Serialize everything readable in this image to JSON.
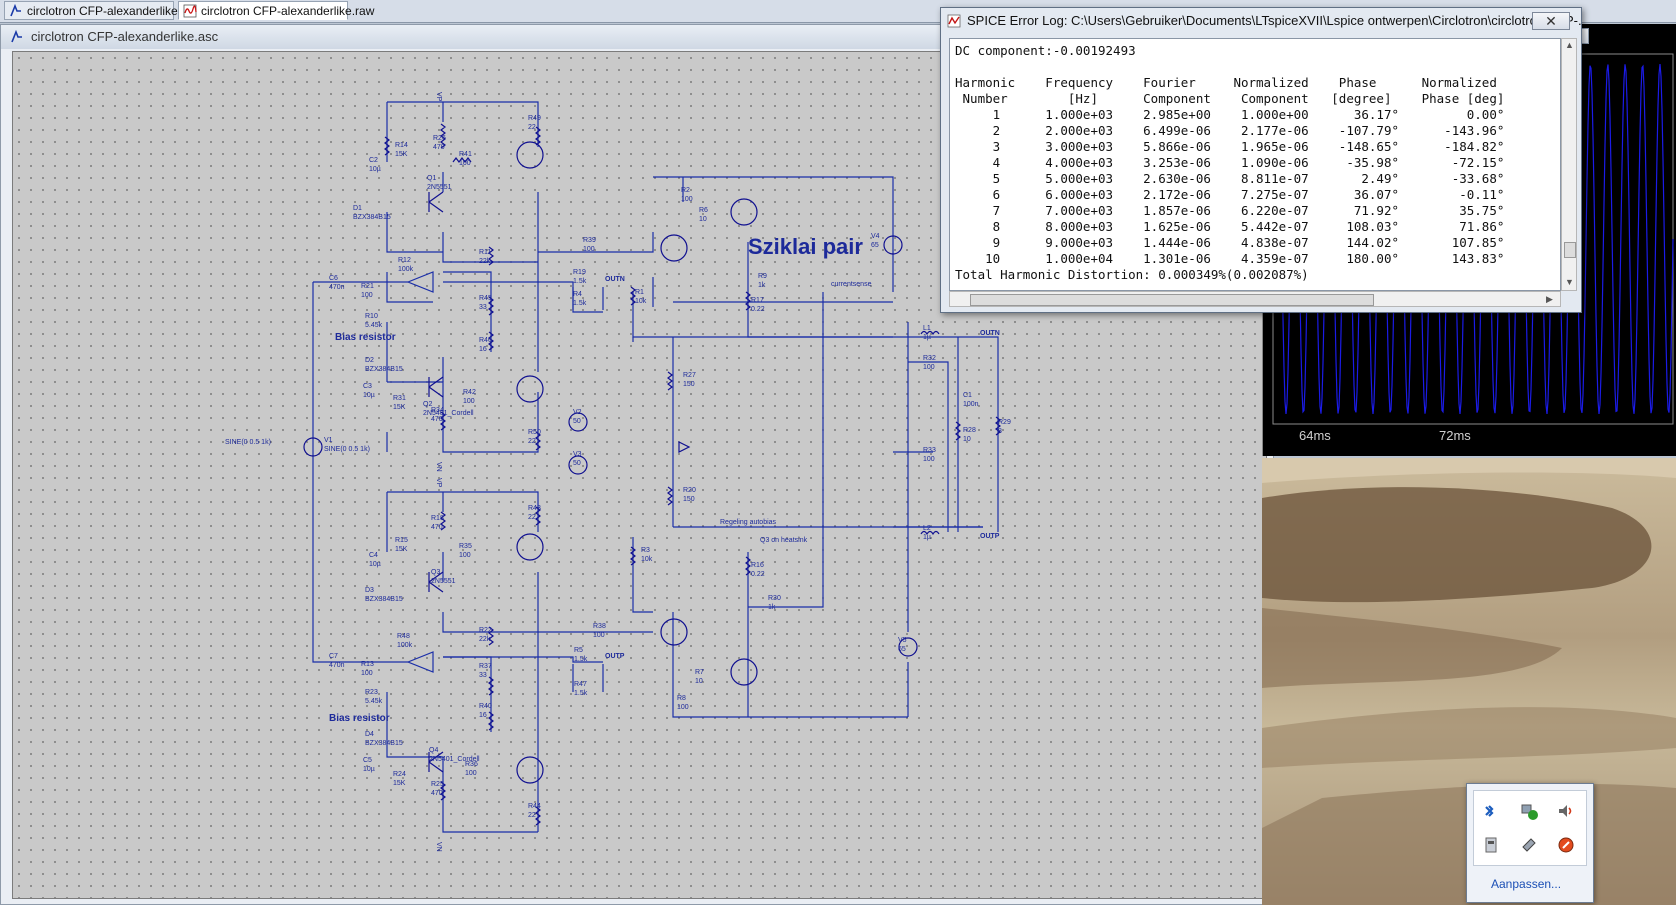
{
  "tabs": [
    {
      "label": "circlotron CFP-alexanderlike.asc",
      "icon": "schematic-icon",
      "active": false
    },
    {
      "label": "circlotron CFP-alexanderlike.raw",
      "icon": "waveform-icon",
      "active": true
    }
  ],
  "schematic": {
    "title": "circlotron CFP-alexanderlike.asc",
    "heading": "Sziklai pair",
    "annotations": [
      "Bias resistor",
      "Bias resistor",
      "Regeling autobias",
      "Q3 on heatsink",
      "currentsense",
      "SINE(0 0.5 1k)"
    ],
    "nets": [
      "OUTN",
      "OUTP",
      "VP",
      "VN"
    ],
    "components": [
      {
        "ref": "R26",
        "value": "470"
      },
      {
        "ref": "R49",
        "value": "22"
      },
      {
        "ref": "R14",
        "value": "15K"
      },
      {
        "ref": "C2",
        "value": "10µ"
      },
      {
        "ref": "R41",
        "value": "100"
      },
      {
        "ref": "Q1",
        "value": "2N5551"
      },
      {
        "ref": "D1",
        "value": "BZX384B15"
      },
      {
        "ref": "R11",
        "value": "22k"
      },
      {
        "ref": "R12",
        "value": "100k"
      },
      {
        "ref": "C6",
        "value": "470n"
      },
      {
        "ref": "R21",
        "value": "100"
      },
      {
        "ref": "R45",
        "value": "33"
      },
      {
        "ref": "R10",
        "value": "5.45k"
      },
      {
        "ref": "R46",
        "value": "16"
      },
      {
        "ref": "D2",
        "value": "BZX384B15"
      },
      {
        "ref": "Q2",
        "value": "2N5401_Cordell"
      },
      {
        "ref": "C3",
        "value": "10µ"
      },
      {
        "ref": "R31",
        "value": "15K"
      },
      {
        "ref": "R42",
        "value": "100"
      },
      {
        "ref": "R34",
        "value": "470"
      },
      {
        "ref": "R50",
        "value": "22"
      },
      {
        "ref": "V1",
        "value": "SINE(0 0.5 1k)"
      },
      {
        "ref": "R18",
        "value": "470"
      },
      {
        "ref": "R43",
        "value": "22"
      },
      {
        "ref": "R15",
        "value": "15K"
      },
      {
        "ref": "C4",
        "value": "10µ"
      },
      {
        "ref": "R35",
        "value": "100"
      },
      {
        "ref": "Q3",
        "value": "2N5551"
      },
      {
        "ref": "D3",
        "value": "BZX384B15"
      },
      {
        "ref": "R48",
        "value": "100k"
      },
      {
        "ref": "R22",
        "value": "22k"
      },
      {
        "ref": "C7",
        "value": "470n"
      },
      {
        "ref": "R13",
        "value": "100"
      },
      {
        "ref": "R37",
        "value": "33"
      },
      {
        "ref": "R23",
        "value": "5.45k"
      },
      {
        "ref": "R40",
        "value": "16"
      },
      {
        "ref": "D4",
        "value": "BZX384B15"
      },
      {
        "ref": "Q4",
        "value": "2N5401_Cordell"
      },
      {
        "ref": "C5",
        "value": "10µ"
      },
      {
        "ref": "R24",
        "value": "15K"
      },
      {
        "ref": "R36",
        "value": "100"
      },
      {
        "ref": "R25",
        "value": "470"
      },
      {
        "ref": "R44",
        "value": "22"
      },
      {
        "ref": "R39",
        "value": "100"
      },
      {
        "ref": "R19",
        "value": "1.5k"
      },
      {
        "ref": "R4",
        "value": "1.5k"
      },
      {
        "ref": "R1",
        "value": "10k"
      },
      {
        "ref": "R2",
        "value": "100"
      },
      {
        "ref": "R6",
        "value": "10"
      },
      {
        "ref": "R9",
        "value": "1k"
      },
      {
        "ref": "R17",
        "value": "0.22"
      },
      {
        "ref": "V4",
        "value": "65"
      },
      {
        "ref": "R27",
        "value": "150"
      },
      {
        "ref": "R20",
        "value": "150"
      },
      {
        "ref": "V2",
        "value": "50"
      },
      {
        "ref": "V3",
        "value": "50"
      },
      {
        "ref": "R3",
        "value": "10k"
      },
      {
        "ref": "R16",
        "value": "0.22"
      },
      {
        "ref": "R30",
        "value": "1k"
      },
      {
        "ref": "R38",
        "value": "100"
      },
      {
        "ref": "R5",
        "value": "1.5k"
      },
      {
        "ref": "R47",
        "value": "1.5k"
      },
      {
        "ref": "R7",
        "value": "10"
      },
      {
        "ref": "R8",
        "value": "100"
      },
      {
        "ref": "V5",
        "value": "65"
      },
      {
        "ref": "L1",
        "value": "1µ"
      },
      {
        "ref": "R32",
        "value": "100"
      },
      {
        "ref": "C1",
        "value": "100n"
      },
      {
        "ref": "R33",
        "value": "100"
      },
      {
        "ref": "R28",
        "value": "10"
      },
      {
        "ref": "R29",
        "value": "8"
      },
      {
        "ref": "L2",
        "value": "1µ"
      }
    ]
  },
  "waveform": {
    "ticks": [
      "64ms",
      "72ms"
    ],
    "trace_color": "#1b1be6"
  },
  "error_log": {
    "title": "SPICE Error Log: C:\\Users\\Gebruiker\\Documents\\LTspiceXVII\\Lspice ontwerpen\\Circlotron\\circlotron CFP-...",
    "close_label": "✕",
    "dc_component": "DC component:-0.00192493",
    "header1": "Harmonic    Frequency    Fourier     Normalized    Phase      Normalized",
    "header2": " Number        [Hz]      Component    Component   [degree]    Phase [deg]",
    "rows": [
      {
        "n": "1",
        "freq": "1.000e+03",
        "fourier": "2.985e+00",
        "norm": "1.000e+00",
        "phase": "36.17°",
        "nphase": "0.00°"
      },
      {
        "n": "2",
        "freq": "2.000e+03",
        "fourier": "6.499e-06",
        "norm": "2.177e-06",
        "phase": "-107.79°",
        "nphase": "-143.96°"
      },
      {
        "n": "3",
        "freq": "3.000e+03",
        "fourier": "5.866e-06",
        "norm": "1.965e-06",
        "phase": "-148.65°",
        "nphase": "-184.82°"
      },
      {
        "n": "4",
        "freq": "4.000e+03",
        "fourier": "3.253e-06",
        "norm": "1.090e-06",
        "phase": "-35.98°",
        "nphase": "-72.15°"
      },
      {
        "n": "5",
        "freq": "5.000e+03",
        "fourier": "2.630e-06",
        "norm": "8.811e-07",
        "phase": "2.49°",
        "nphase": "-33.68°"
      },
      {
        "n": "6",
        "freq": "6.000e+03",
        "fourier": "2.172e-06",
        "norm": "7.275e-07",
        "phase": "36.07°",
        "nphase": "-0.11°"
      },
      {
        "n": "7",
        "freq": "7.000e+03",
        "fourier": "1.857e-06",
        "norm": "6.220e-07",
        "phase": "71.92°",
        "nphase": "35.75°"
      },
      {
        "n": "8",
        "freq": "8.000e+03",
        "fourier": "1.625e-06",
        "norm": "5.442e-07",
        "phase": "108.03°",
        "nphase": "71.86°"
      },
      {
        "n": "9",
        "freq": "9.000e+03",
        "fourier": "1.444e-06",
        "norm": "4.838e-07",
        "phase": "144.02°",
        "nphase": "107.85°"
      },
      {
        "n": "10",
        "freq": "1.000e+04",
        "fourier": "1.301e-06",
        "norm": "4.359e-07",
        "phase": "180.00°",
        "nphase": "143.83°"
      }
    ],
    "thd": "Total Harmonic Distortion: 0.000349%(0.002087%)"
  },
  "tray": {
    "link": "Aanpassen...",
    "icons": [
      "bluetooth-icon",
      "network-icon",
      "volume-icon",
      "power-icon",
      "usb-icon",
      "update-icon"
    ]
  }
}
